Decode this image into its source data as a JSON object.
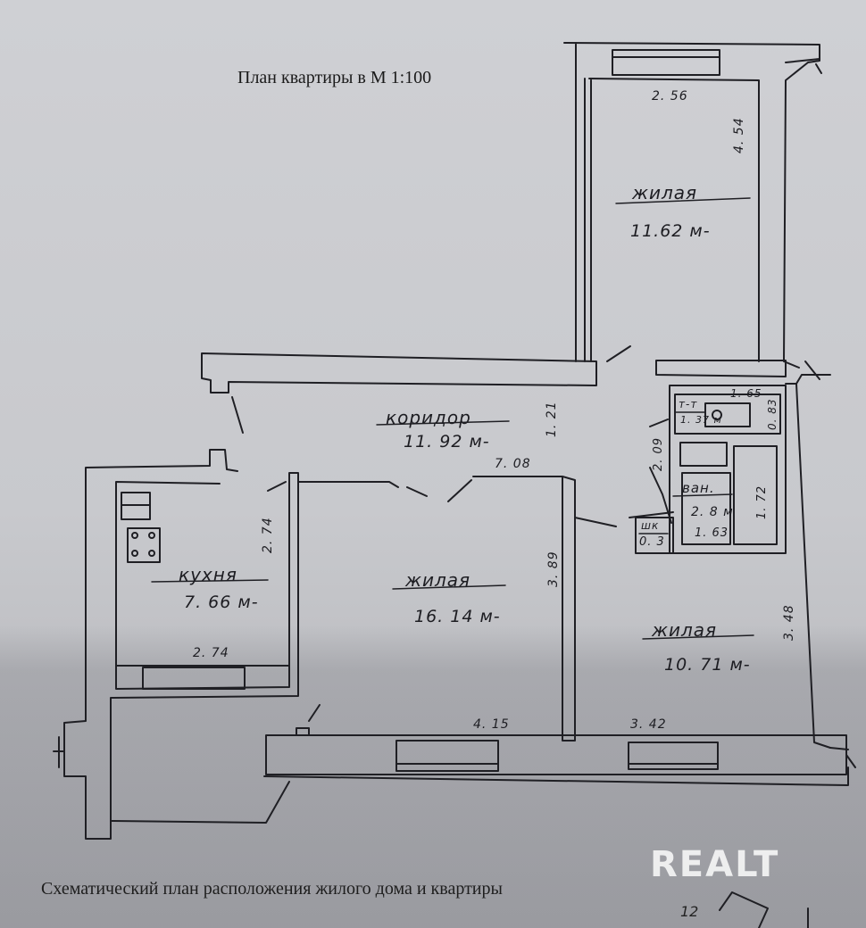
{
  "header": {
    "title": "План квартиры в М 1:100"
  },
  "rooms": {
    "bedroom_top": {
      "label": "жилая",
      "area": "11.62 м-",
      "width": "2. 56",
      "length": "4. 54"
    },
    "corridor": {
      "label": "коридор",
      "area": "11. 92 м-",
      "width": "1. 21",
      "length": "7. 08"
    },
    "kitchen": {
      "label": "кухня",
      "area": "7. 66 м-",
      "width": "2. 74",
      "length": "2. 74"
    },
    "living_center": {
      "label": "жилая",
      "area": "16. 14 м-",
      "side": "3. 89",
      "bottom": "4. 15"
    },
    "living_right": {
      "label": "жилая",
      "area": "10. 71 м-",
      "side": "3. 48",
      "bottom": "3. 42"
    },
    "toilet": {
      "label": "т-т",
      "area": "1. 37 м",
      "width": "1. 65",
      "length": "0. 83"
    },
    "bathroom": {
      "label": "ван.",
      "area": "2. 8 м",
      "width": "1. 63",
      "length": "1. 72",
      "side": "2. 09"
    },
    "closet": {
      "label": "шк",
      "area": "0. 3"
    }
  },
  "footer": {
    "caption": "Схематический план расположения жилого дома и квартиры"
  },
  "watermark": {
    "text": "REALT"
  },
  "corner_mark": "12",
  "colors": {
    "ink": "#1d1d22",
    "paper": "#cfd0d4"
  }
}
